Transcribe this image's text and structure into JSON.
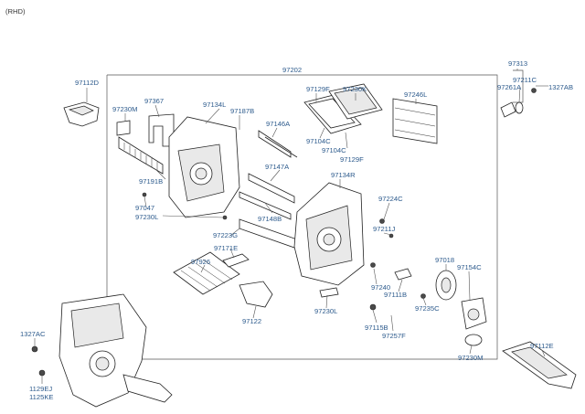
{
  "header": {
    "variant": "(RHD)"
  },
  "parts": [
    {
      "id": "97202"
    },
    {
      "id": "97313"
    },
    {
      "id": "97112D"
    },
    {
      "id": "97211C"
    },
    {
      "id": "97261A"
    },
    {
      "id": "1327AB"
    },
    {
      "id": "97367"
    },
    {
      "id": "97230M"
    },
    {
      "id": "97134L"
    },
    {
      "id": "97187B"
    },
    {
      "id": "97129F"
    },
    {
      "id": "97230K"
    },
    {
      "id": "97246L"
    },
    {
      "id": "97146A"
    },
    {
      "id": "97104C"
    },
    {
      "id": "97104C"
    },
    {
      "id": "97129F"
    },
    {
      "id": "97191B"
    },
    {
      "id": "97147A"
    },
    {
      "id": "97134R"
    },
    {
      "id": "97047"
    },
    {
      "id": "97230L"
    },
    {
      "id": "97224C"
    },
    {
      "id": "97148B"
    },
    {
      "id": "97211J"
    },
    {
      "id": "97223G"
    },
    {
      "id": "97171E"
    },
    {
      "id": "97926"
    },
    {
      "id": "97018"
    },
    {
      "id": "97154C"
    },
    {
      "id": "97240"
    },
    {
      "id": "97111B"
    },
    {
      "id": "97122"
    },
    {
      "id": "97230L"
    },
    {
      "id": "97235C"
    },
    {
      "id": "97115B"
    },
    {
      "id": "97257F"
    },
    {
      "id": "1327AC"
    },
    {
      "id": "97230M"
    },
    {
      "id": "97112E"
    },
    {
      "id": "1129EJ"
    },
    {
      "id": "1125KE"
    }
  ]
}
